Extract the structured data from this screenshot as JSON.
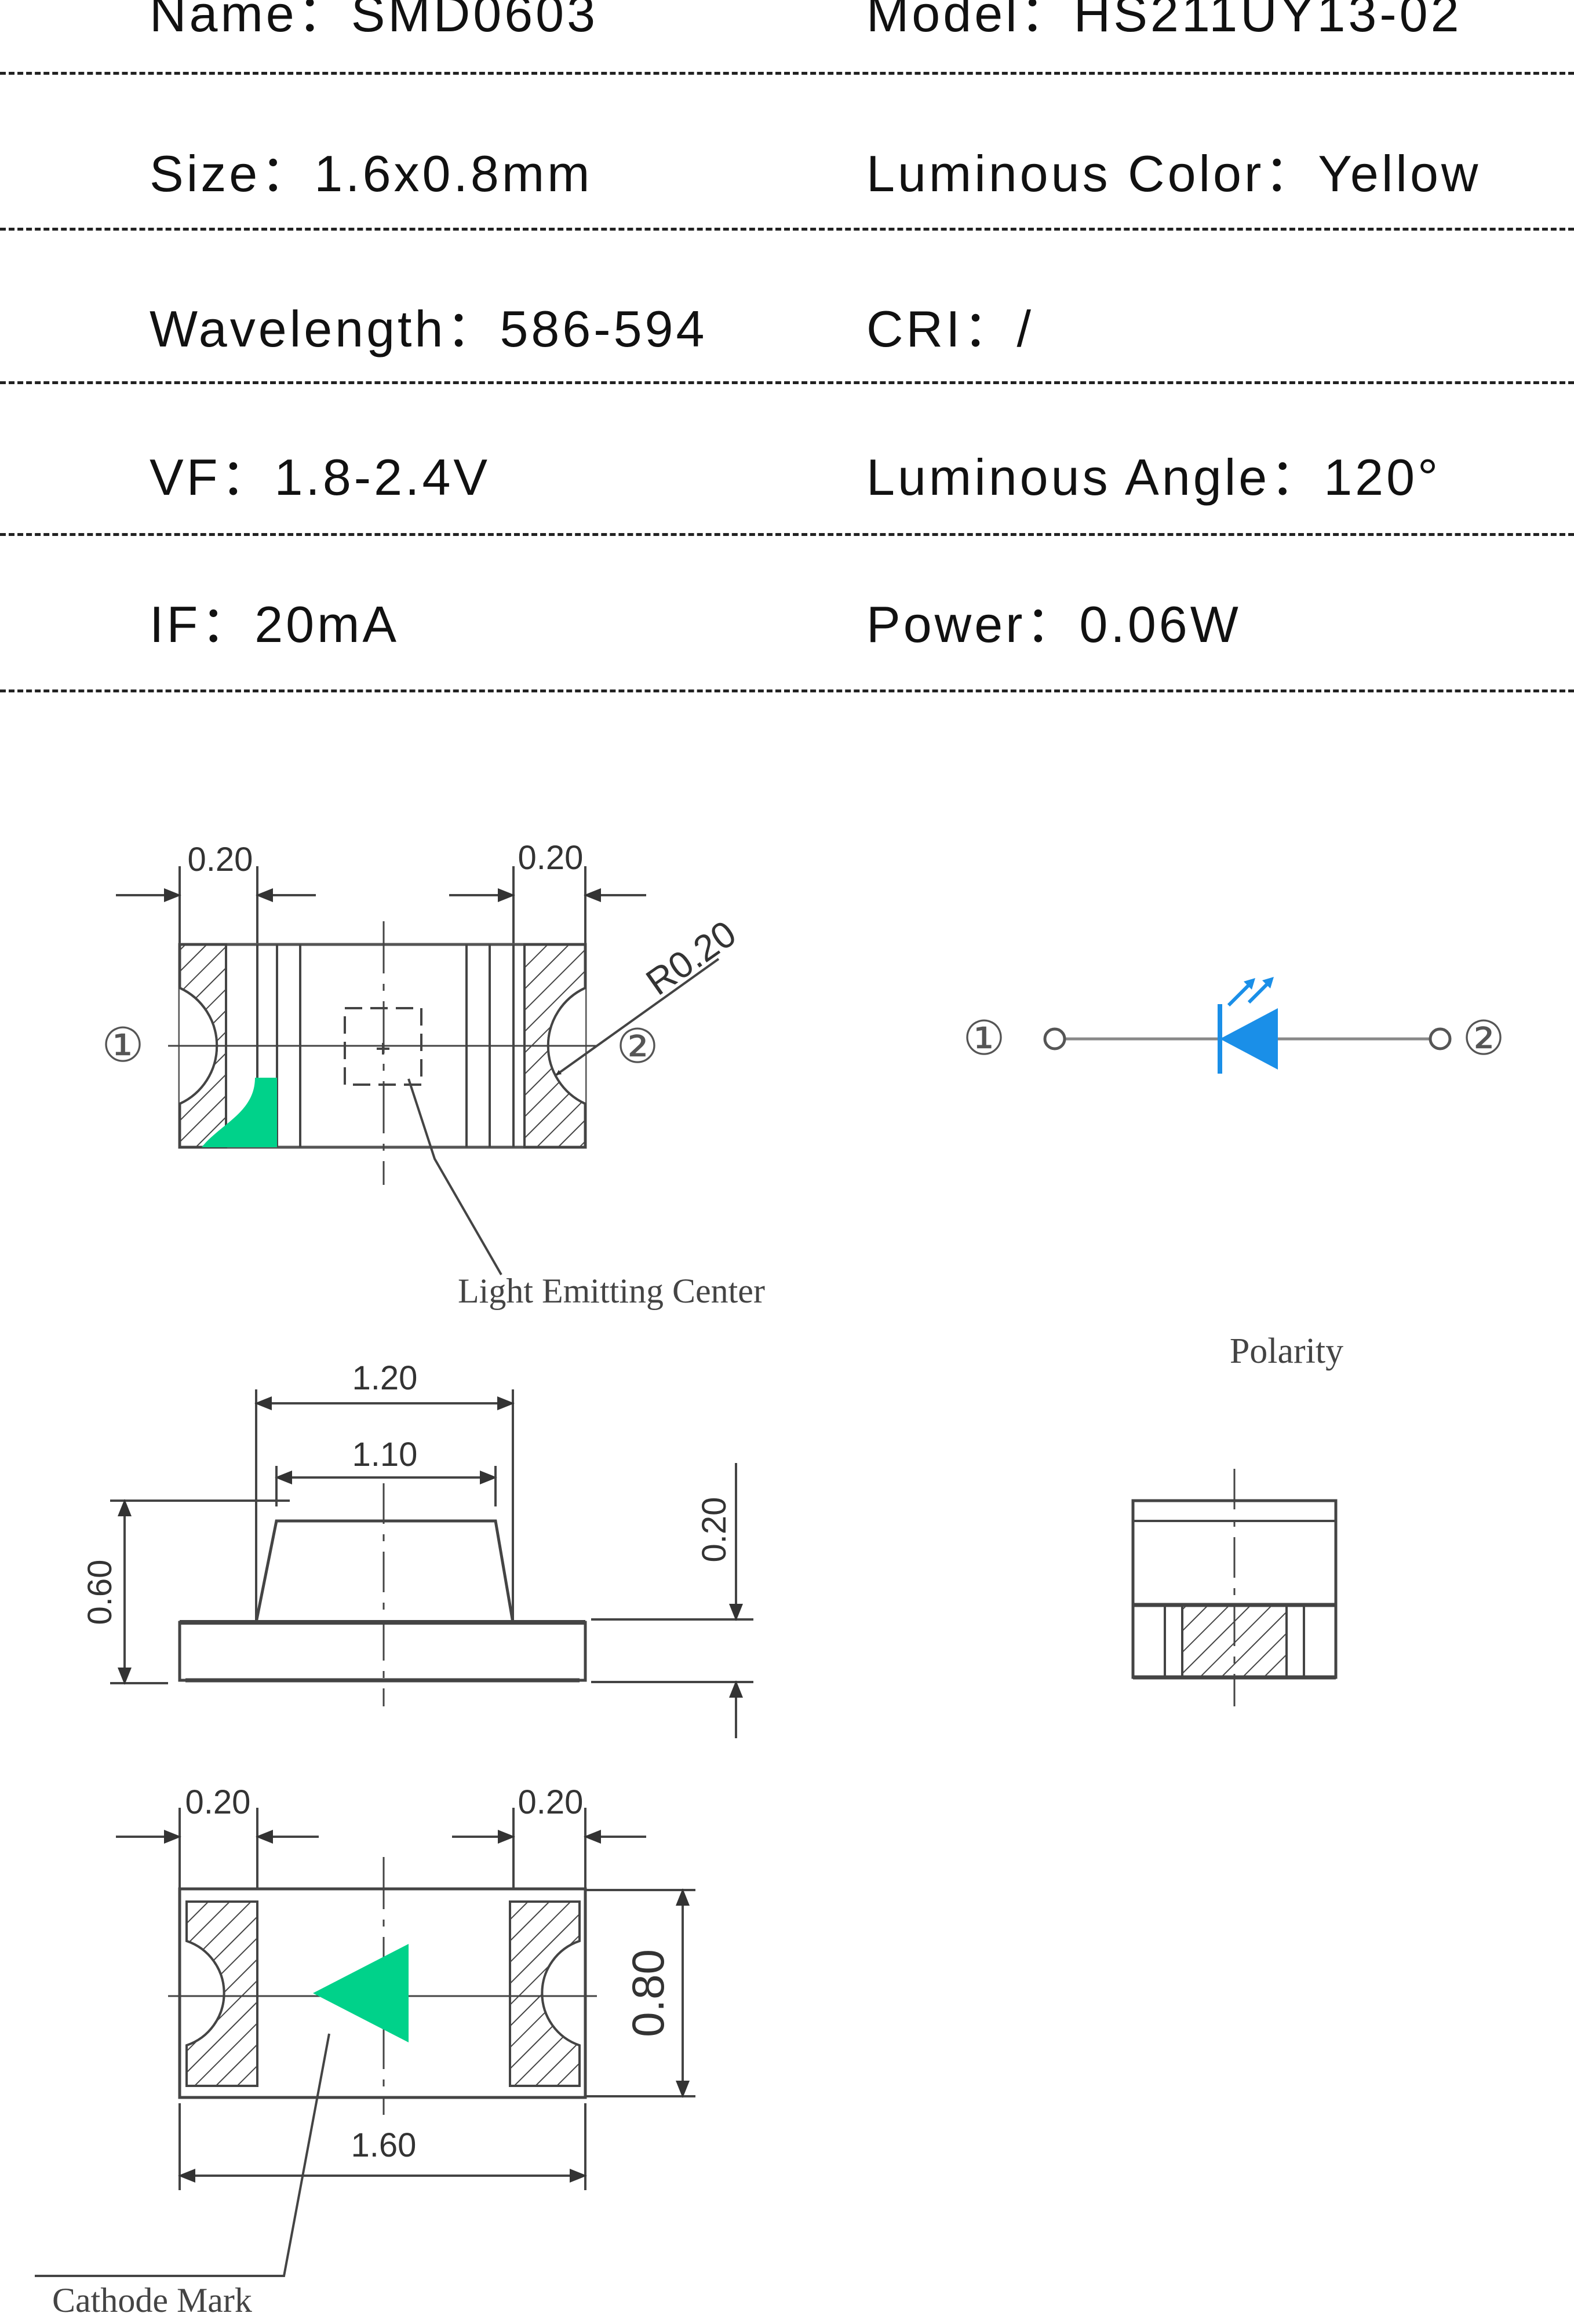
{
  "specs": [
    {
      "left": "Name：SMD0603",
      "right": "Model：HS211UY13-02"
    },
    {
      "left": "Size：1.6x0.8mm",
      "right": "Luminous Color：Yellow"
    },
    {
      "left": "Wavelength：586-594",
      "right": "CRI：/"
    },
    {
      "left": "VF：1.8-2.4V",
      "right": "Luminous  Angle：120°"
    },
    {
      "left": "IF：20mA",
      "right": "Power：0.06W"
    }
  ],
  "top_view": {
    "dim_left": "0.20",
    "dim_right": "0.20",
    "radius": "R0.20",
    "pin1": "①",
    "pin2": "②",
    "light_center_label": "Light Emitting Center"
  },
  "symbol": {
    "pin1": "①",
    "pin2": "②",
    "caption": "Polarity"
  },
  "side_view": {
    "dim_top": "1.20",
    "dim_inner": "1.10",
    "dim_height": "0.60",
    "dim_base": "0.20"
  },
  "bottom_view": {
    "dim_left": "0.20",
    "dim_right": "0.20",
    "dim_height": "0.80",
    "dim_width": "1.60",
    "cathode_label": "Cathode Mark"
  },
  "colors": {
    "cathode_mark": "#00d28a",
    "led_symbol": "#1a8fe8",
    "line": "#444444"
  }
}
